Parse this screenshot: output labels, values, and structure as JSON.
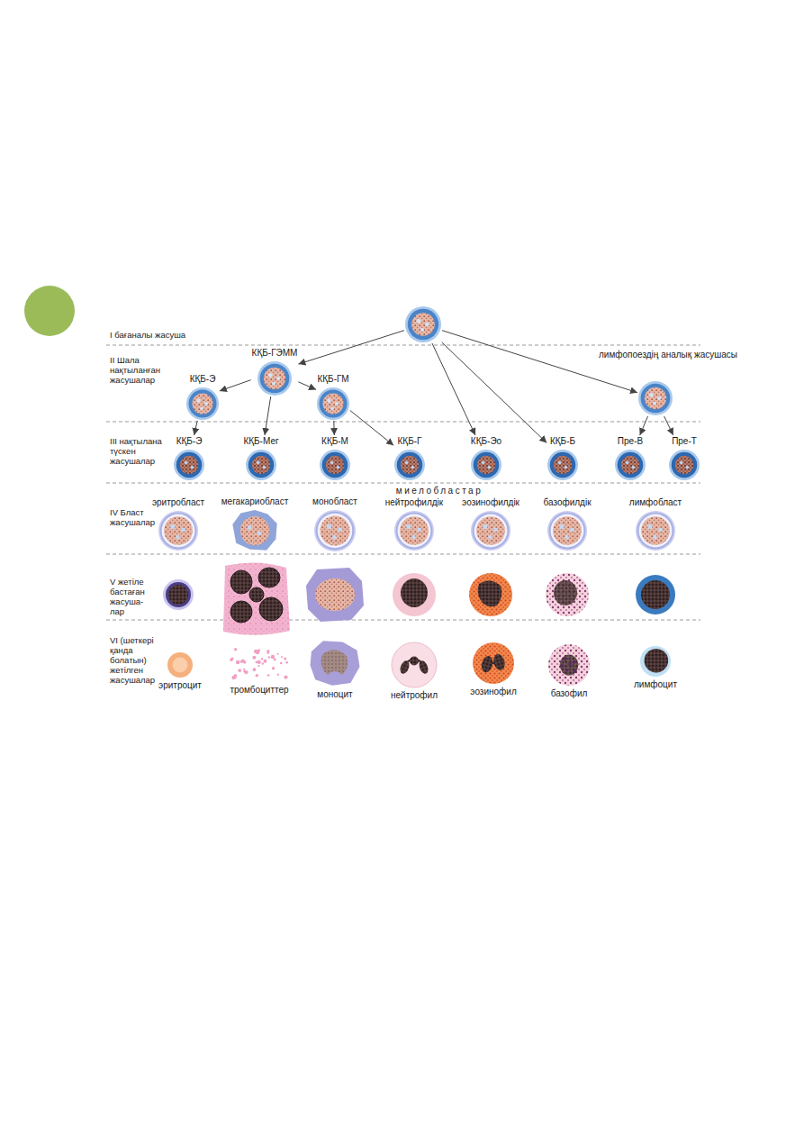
{
  "diagram": {
    "nodes": [
      {
        "text": []
      },
      {
        "text": [
          "КҚБ-ГЭММ"
        ]
      },
      {
        "text": [
          "лимфопоездің аналық жасушасы"
        ]
      },
      {
        "text": [
          "КҚБ-Э"
        ]
      },
      {
        "text": [
          "КҚБ-ГМ"
        ]
      },
      {
        "text": [
          "КҚБ-Э"
        ]
      },
      {
        "text": [
          "КҚБ-Мег"
        ]
      },
      {
        "text": [
          "КҚБ-М"
        ]
      },
      {
        "text": [
          "КҚБ-Г"
        ]
      },
      {
        "text": [
          "КҚБ-Эо"
        ]
      },
      {
        "text": [
          "КҚБ-Б"
        ]
      },
      {
        "text": [
          "Пре-В"
        ]
      },
      {
        "text": [
          "Пре-Т"
        ]
      },
      {
        "text": [
          "эритробласт"
        ]
      },
      {
        "text": [
          "мегакариобласт"
        ]
      },
      {
        "text": [
          "монобласт"
        ]
      },
      {
        "text": [
          "нейтрофилдік"
        ]
      },
      {
        "text": [
          "эозинофилдік"
        ]
      },
      {
        "text": [
          "базофилдік"
        ]
      },
      {
        "text": [
          "лимфобласт"
        ]
      },
      {
        "text": [
          "эритроцит"
        ]
      },
      {
        "text": [
          "тромбоциттер"
        ]
      },
      {
        "text": [
          "моноцит"
        ]
      },
      {
        "text": [
          "нейтрофил"
        ]
      },
      {
        "text": [
          "эозинофил"
        ]
      },
      {
        "text": [
          "базофил"
        ]
      },
      {
        "text": [
          "лимфоцит"
        ]
      }
    ],
    "edges": [
      {
        "from": 0,
        "to": 1,
        "arrow": "to"
      },
      {
        "from": 0,
        "to": 9,
        "arrow": "to"
      },
      {
        "from": 0,
        "to": 10,
        "arrow": "to"
      },
      {
        "from": 0,
        "to": 2,
        "arrow": "to"
      },
      {
        "from": 1,
        "to": 3,
        "arrow": "to"
      },
      {
        "from": 1,
        "to": 6,
        "arrow": "to"
      },
      {
        "from": 1,
        "to": 4,
        "arrow": "to"
      },
      {
        "from": 3,
        "to": 5,
        "arrow": "to"
      },
      {
        "from": 4,
        "to": 7,
        "arrow": "to"
      },
      {
        "from": 4,
        "to": 8,
        "arrow": "to"
      },
      {
        "from": 2,
        "to": 11,
        "arrow": "to"
      },
      {
        "from": 2,
        "to": 12,
        "arrow": "to"
      }
    ],
    "labels": [
      "I бағаналы жасуша",
      "II Шала нақтыланған жасушалар",
      "III нақтылана түскен жасушалар",
      "IV Бласт жасушалар",
      "V жетіле бастаған жасуша- лар",
      "VI (шеткері қанда болатын) жетілген жасушалар",
      "миелобластар"
    ]
  }
}
